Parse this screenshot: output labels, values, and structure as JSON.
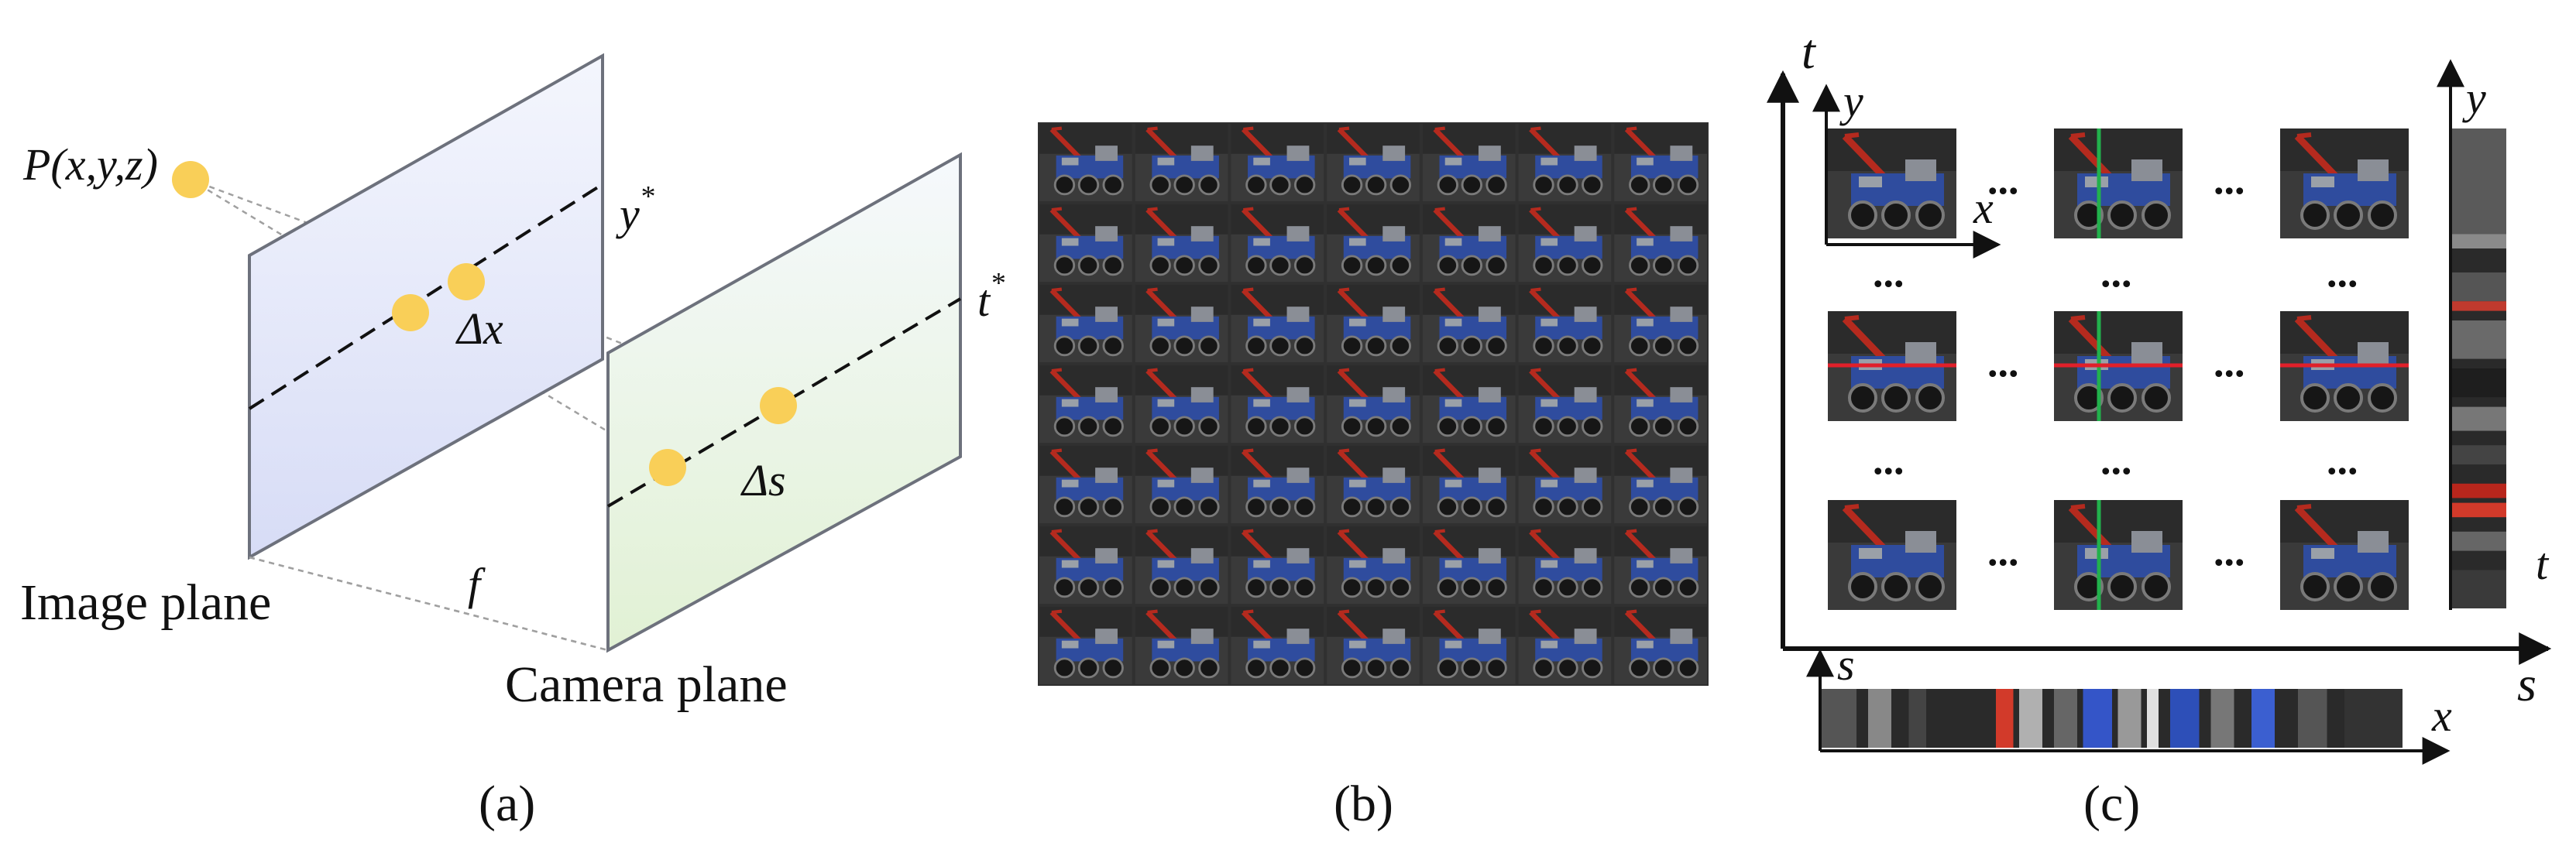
{
  "panel_a": {
    "point_label": "P(x,y,z)",
    "y_star": "y",
    "t_star": "t",
    "star": "*",
    "delta_x": "Δx",
    "delta_s": "Δs",
    "focal": "f",
    "image_plane": "Image plane",
    "camera_plane": "Camera plane",
    "caption": "(a)",
    "colors": {
      "image_plane_fill": "#d7dcf6",
      "camera_plane_fill": "#e1f1d4",
      "point": "#f9cf58"
    }
  },
  "panel_b": {
    "caption": "(b)",
    "grid_rows": 7,
    "grid_cols": 7
  },
  "panel_c": {
    "axis_t": "t",
    "axis_s": "s",
    "inner_x": "x",
    "inner_y": "y",
    "right_y": "y",
    "right_t": "t",
    "bottom_s": "s",
    "bottom_x": "x",
    "ellipsis": "...",
    "caption": "(c)",
    "colors": {
      "vertical_line": "#22b14c",
      "horizontal_line": "#e0202a"
    }
  }
}
